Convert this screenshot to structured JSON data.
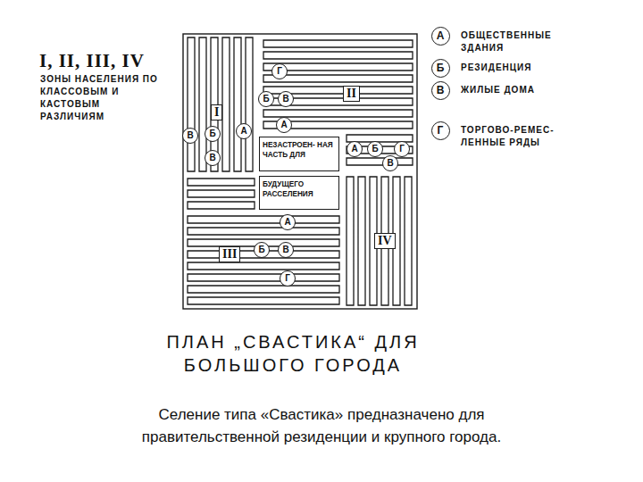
{
  "diagram": {
    "title": "ПЛАН „СВАСТИКА“ ДЛЯ БОЛЬШОГО ГОРОДА",
    "caption": "Селение типа «Свастика» предназначено для правительственной резиденции и крупного города.",
    "nodes": [
      {
        "text": [
          "Г"
        ]
      },
      {
        "text": [
          "Б"
        ]
      },
      {
        "text": [
          "В"
        ]
      },
      {
        "text": [
          "А"
        ]
      },
      {
        "text": [
          "В"
        ]
      },
      {
        "text": [
          "Б"
        ]
      },
      {
        "text": [
          "А"
        ]
      },
      {
        "text": [
          "НЕЗАСТРОЕН- НАЯ ЧАСТЬ ДЛЯ"
        ]
      },
      {
        "text": [
          "А"
        ]
      },
      {
        "text": [
          "Б"
        ]
      },
      {
        "text": [
          "Г"
        ]
      },
      {
        "text": [
          "В"
        ]
      },
      {
        "text": [
          "В"
        ]
      },
      {
        "text": [
          "БУДУЩЕГО РАССЕЛЕНИЯ"
        ]
      },
      {
        "text": [
          "А"
        ]
      },
      {
        "text": [
          "Б"
        ]
      },
      {
        "text": [
          "В"
        ]
      },
      {
        "text": [
          "Г"
        ]
      },
      {
        "text": [
          "А"
        ]
      },
      {
        "text": [
          "Б"
        ]
      },
      {
        "text": [
          "В"
        ]
      },
      {
        "text": [
          "Г"
        ]
      }
    ],
    "labels": [
      "I, II, III, IV",
      "ЗОНЫ НАСЕЛЕНИЯ ПО КЛАССОВЫМ И КАСТОВЫМ РАЗЛИЧИЯМ",
      "I",
      "II",
      "III",
      "IV"
    ],
    "legend": [
      {
        "text": "ОБЩЕСТВЕННЫЕ ЗДАНИЯ"
      },
      {
        "text": "РЕЗИДЕНЦИЯ"
      },
      {
        "text": "ЖИЛЫЕ ДОМА"
      },
      {
        "text": "ТОРГОВО-РЕМЕС- ЛЕННЫЕ РЯДЫ"
      }
    ]
  }
}
